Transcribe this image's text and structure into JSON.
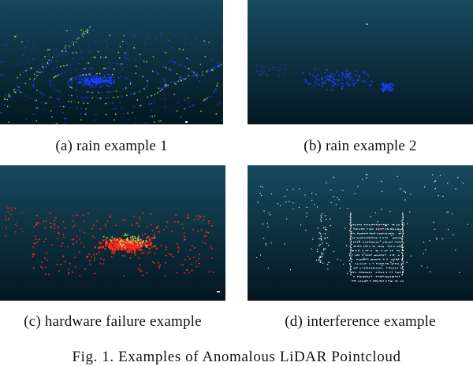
{
  "panels": [
    {
      "id": "a",
      "caption": "(a)  rain example 1"
    },
    {
      "id": "b",
      "caption": "(b)  rain example 2"
    },
    {
      "id": "c",
      "caption": "(c)  hardware failure example"
    },
    {
      "id": "d",
      "caption": "(d)  interference example"
    }
  ],
  "figure_caption": "Fig. 1.   Examples of Anomalous LiDAR Pointcloud",
  "colors": {
    "sky_top": "#143f53",
    "sky_bottom": "#051a24",
    "blue_points": "#1e3cff",
    "green_points": "#b4e060",
    "red_points": "#ff2a1a",
    "white_points": "#f4f4f4"
  }
}
